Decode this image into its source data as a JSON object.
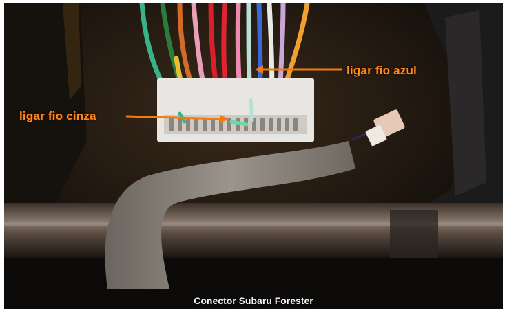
{
  "annotations": {
    "blue_wire": "ligar fio azul",
    "gray_wire": "ligar fio cinza"
  },
  "caption": "Conector Subaru Forester",
  "colors": {
    "label_text": "#ff8a1e",
    "arrow": "#f47a10",
    "caption_text": "#f2f2f2",
    "frame": "#0b0a09"
  },
  "icons": {
    "connector": "wire-harness-connector",
    "small_plug": "small-plug"
  }
}
